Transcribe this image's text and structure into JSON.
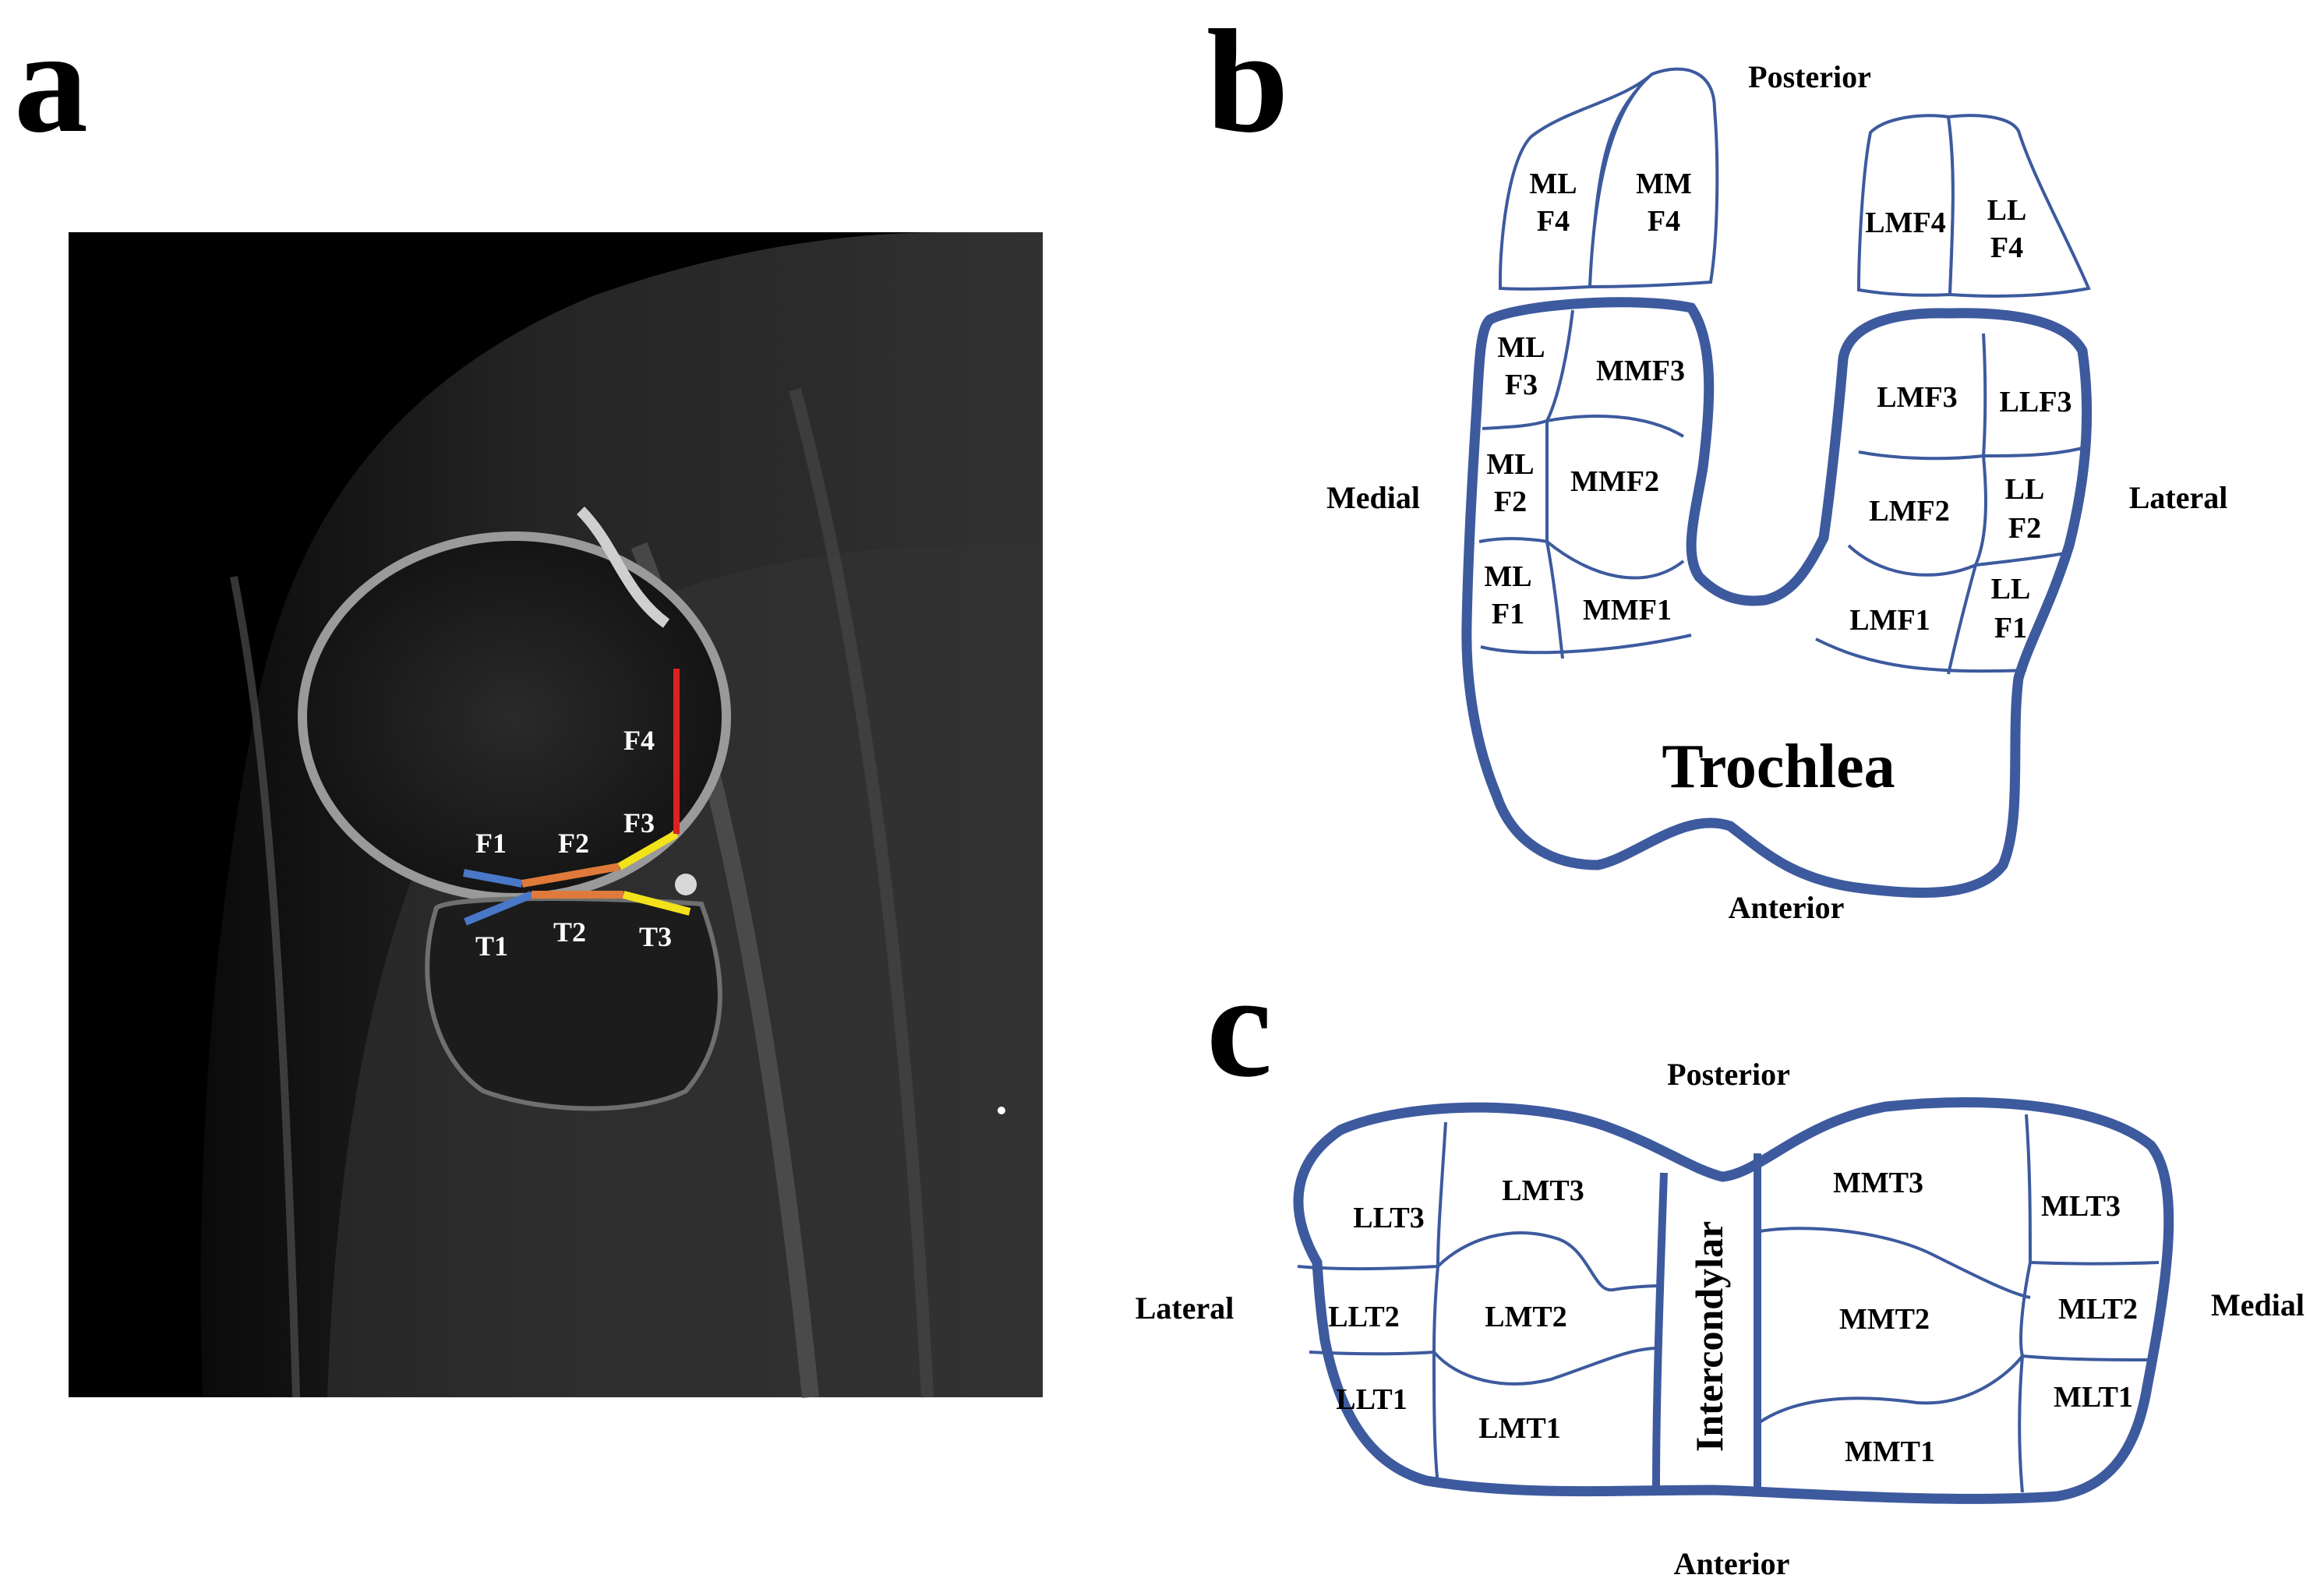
{
  "panels": {
    "a": "a",
    "b": "b",
    "c": "c"
  },
  "colors": {
    "outline": "#3d5a9e",
    "f1_t1": "#4a78c8",
    "f2_t2": "#e07a3a",
    "f3_t3": "#f2e21a",
    "f4": "#e0201c",
    "mri_background": "#000000"
  },
  "mri": {
    "labels": {
      "F1": "F1",
      "F2": "F2",
      "F3": "F3",
      "F4": "F4",
      "T1": "T1",
      "T2": "T2",
      "T3": "T3"
    }
  },
  "femur": {
    "directions": {
      "posterior": "Posterior",
      "anterior": "Anterior",
      "medial": "Medial",
      "lateral": "Lateral"
    },
    "trochlea": "Trochlea",
    "regions": {
      "MLF4_l1": "ML",
      "MLF4_l2": "F4",
      "MMF4_l1": "MM",
      "MMF4_l2": "F4",
      "LMF4": "LMF4",
      "LLF4_l1": "LL",
      "LLF4_l2": "F4",
      "MLF3_l1": "ML",
      "MLF3_l2": "F3",
      "MMF3": "MMF3",
      "LMF3": "LMF3",
      "LLF3": "LLF3",
      "MLF2_l1": "ML",
      "MLF2_l2": "F2",
      "MMF2": "MMF2",
      "LMF2": "LMF2",
      "LLF2_l1": "LL",
      "LLF2_l2": "F2",
      "MLF1_l1": "ML",
      "MLF1_l2": "F1",
      "MMF1": "MMF1",
      "LMF1": "LMF1",
      "LLF1_l1": "LL",
      "LLF1_l2": "F1"
    }
  },
  "tibia": {
    "directions": {
      "posterior": "Posterior",
      "anterior": "Anterior",
      "lateral": "Lateral",
      "medial": "Medial"
    },
    "intercondylar": "Intercondylar",
    "regions": {
      "LLT3": "LLT3",
      "LMT3": "LMT3",
      "MMT3": "MMT3",
      "MLT3": "MLT3",
      "LLT2": "LLT2",
      "LMT2": "LMT2",
      "MMT2": "MMT2",
      "MLT2": "MLT2",
      "LLT1": "LLT1",
      "LMT1": "LMT1",
      "MMT1": "MMT1",
      "MLT1": "MLT1"
    }
  }
}
